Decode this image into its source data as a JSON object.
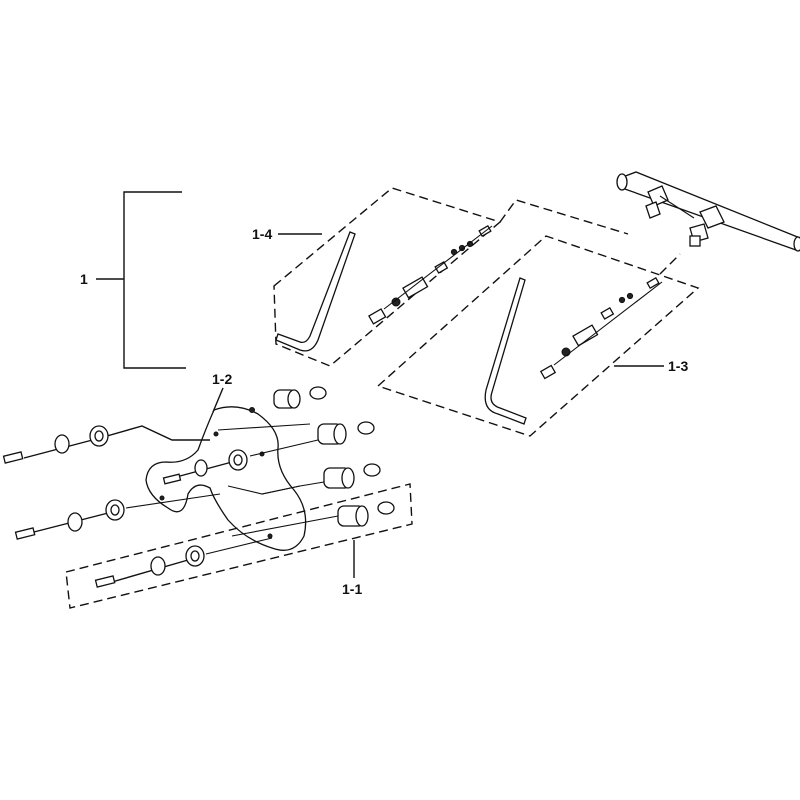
{
  "labels": {
    "main": "1",
    "sub_1_1": "1-1",
    "sub_1_2": "1-2",
    "sub_1_3": "1-3",
    "sub_1_4": "1-4"
  },
  "icons": {
    "handlebar": "handlebar-icon",
    "cable": "cable-icon",
    "bolt": "bolt-icon",
    "bushing": "bushing-icon",
    "clamp": "clamp-icon",
    "gasket": "gasket-icon"
  },
  "colors": {
    "line": "#111111",
    "background": "#ffffff"
  }
}
